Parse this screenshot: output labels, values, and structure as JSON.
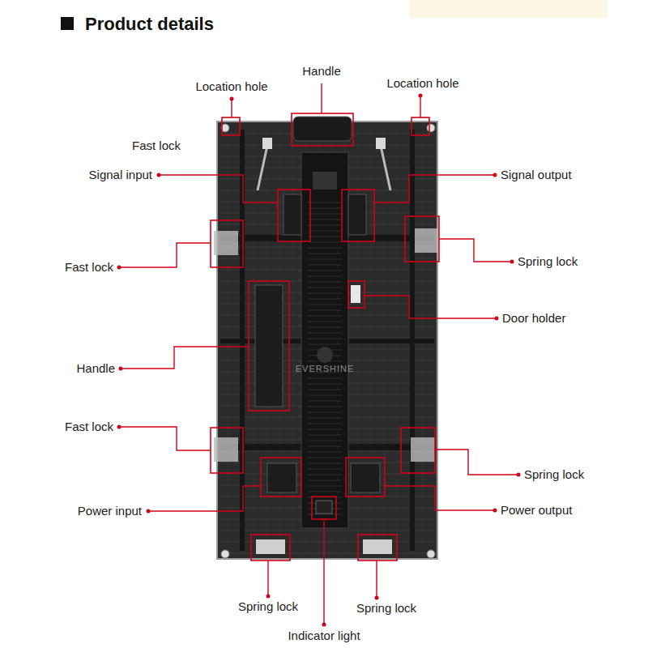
{
  "diagram": {
    "title": "Product details",
    "labels": [
      "Location hole",
      "Handle",
      "Location hole",
      "Fast lock",
      "Signal input",
      "Signal output",
      "Fast lock",
      "Spring lock",
      "Door holder",
      "Handle",
      "Fast lock",
      "Spring lock",
      "Power input",
      "Power output",
      "Spring lock",
      "Spring lock",
      "Indicator light",
      "EVERSHINE"
    ]
  }
}
